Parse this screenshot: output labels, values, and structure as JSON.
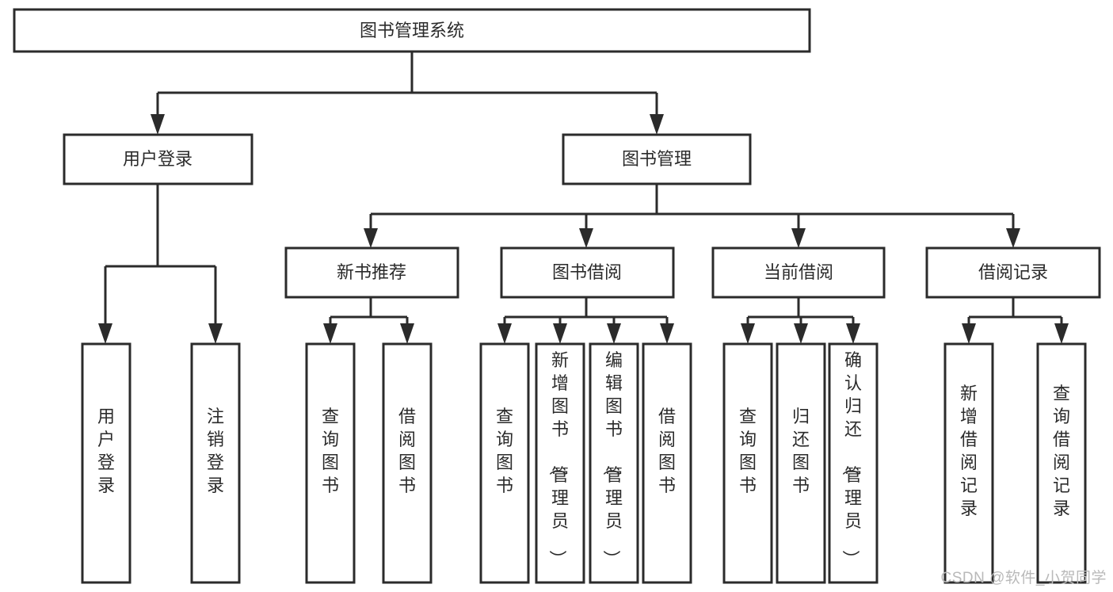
{
  "diagram": {
    "type": "tree",
    "orientation": "top-down",
    "theme": {
      "box_fill": "#ffffff",
      "box_stroke": "#2b2b2b",
      "line_color": "#2b2b2b",
      "text_color": "#2b2b2b",
      "background": "#ffffff",
      "watermark_color": "#b9b9b9"
    },
    "root": {
      "label": "图书管理系统"
    },
    "level1": [
      {
        "label": "用户登录"
      },
      {
        "label": "图书管理"
      }
    ],
    "level2": [
      {
        "label": "新书推荐"
      },
      {
        "label": "图书借阅"
      },
      {
        "label": "当前借阅"
      },
      {
        "label": "借阅记录"
      }
    ],
    "leaves": {
      "user_login": [
        {
          "label": "用户登录"
        },
        {
          "label": "注销登录"
        }
      ],
      "new_book_recommend": [
        {
          "label": "查询图书"
        },
        {
          "label": "借阅图书"
        }
      ],
      "book_borrow": [
        {
          "label": "查询图书"
        },
        {
          "label": "新增图书（管理员）"
        },
        {
          "label": "编辑图书（管理员）"
        },
        {
          "label": "借阅图书"
        }
      ],
      "current_borrow": [
        {
          "label": "查询图书"
        },
        {
          "label": "归还图书"
        },
        {
          "label": "确认归还（管理员）"
        }
      ],
      "borrow_record": [
        {
          "label": "新增借阅记录"
        },
        {
          "label": "查询借阅记录"
        }
      ]
    }
  },
  "watermark": {
    "text": "CSDN @软件_小贺同学"
  }
}
